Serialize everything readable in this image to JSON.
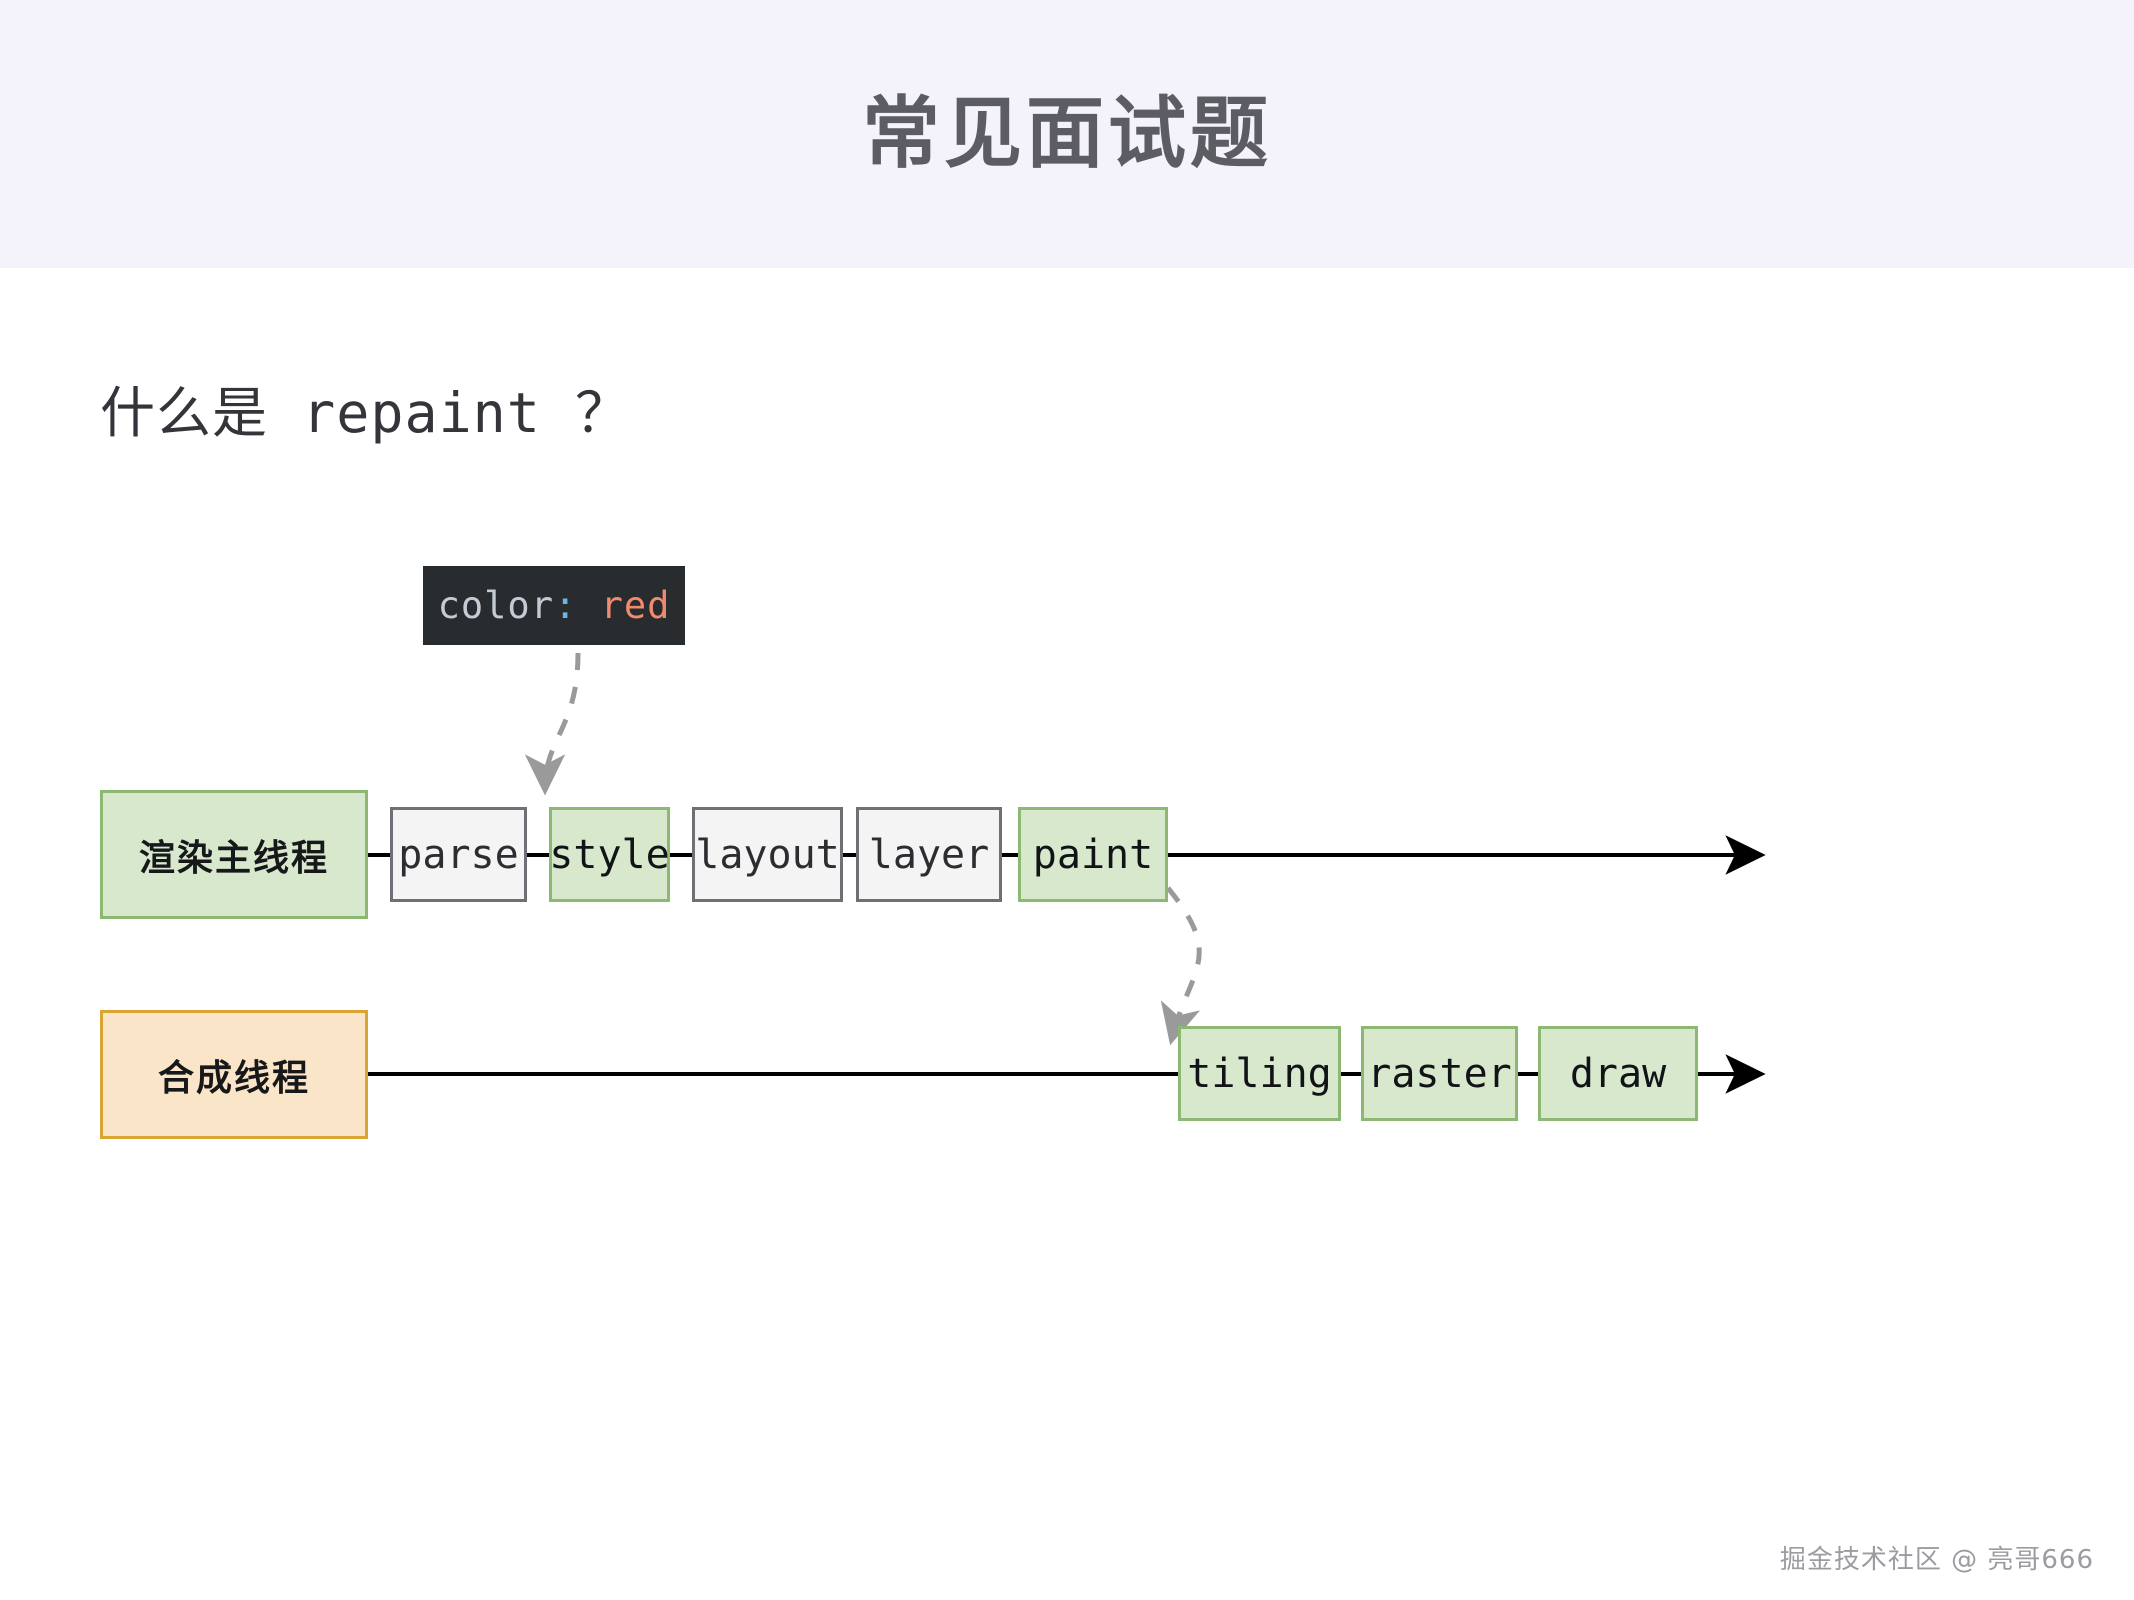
{
  "header": {
    "title": "常见面试题",
    "background": "#f4f3fb",
    "title_color": "#5c5c63"
  },
  "slide": {
    "question": "什么是 repaint ？",
    "background": "#ffffff"
  },
  "code_badge": {
    "property": "color",
    "colon": ": ",
    "value": "red",
    "background": "#282c2f",
    "property_color": "#c3ccd4",
    "colon_color": "#6cb6e8",
    "value_color": "#f08a70"
  },
  "diagram": {
    "type": "pipeline-timeline",
    "colors": {
      "green_fill": "#d7e8cd",
      "green_border": "#8cb873",
      "orange_fill": "#fbe5c8",
      "orange_border": "#dba533",
      "gray_fill": "#f4f4f4",
      "gray_border": "#6e7075",
      "line": "#000000",
      "dashed": "#9a9a9a"
    },
    "rows": [
      {
        "id": "main-thread",
        "label": "渲染主线程",
        "style": "green",
        "steps": [
          {
            "label": "parse",
            "highlight": false
          },
          {
            "label": "style",
            "highlight": true
          },
          {
            "label": "layout",
            "highlight": false
          },
          {
            "label": "layer",
            "highlight": false
          },
          {
            "label": "paint",
            "highlight": true
          }
        ]
      },
      {
        "id": "compositor-thread",
        "label": "合成线程",
        "style": "orange",
        "steps": [
          {
            "label": "tiling",
            "highlight": true
          },
          {
            "label": "raster",
            "highlight": true
          },
          {
            "label": "draw",
            "highlight": true
          }
        ]
      }
    ],
    "connectors": [
      {
        "id": "code-to-style",
        "from": "code-badge",
        "to": "style",
        "kind": "dashed-curve-arrow"
      },
      {
        "id": "paint-to-tiling",
        "from": "paint",
        "to": "tiling",
        "kind": "dashed-curve-arrow"
      }
    ]
  },
  "footer": {
    "watermark": "掘金技术社区 @ 亮哥666"
  }
}
